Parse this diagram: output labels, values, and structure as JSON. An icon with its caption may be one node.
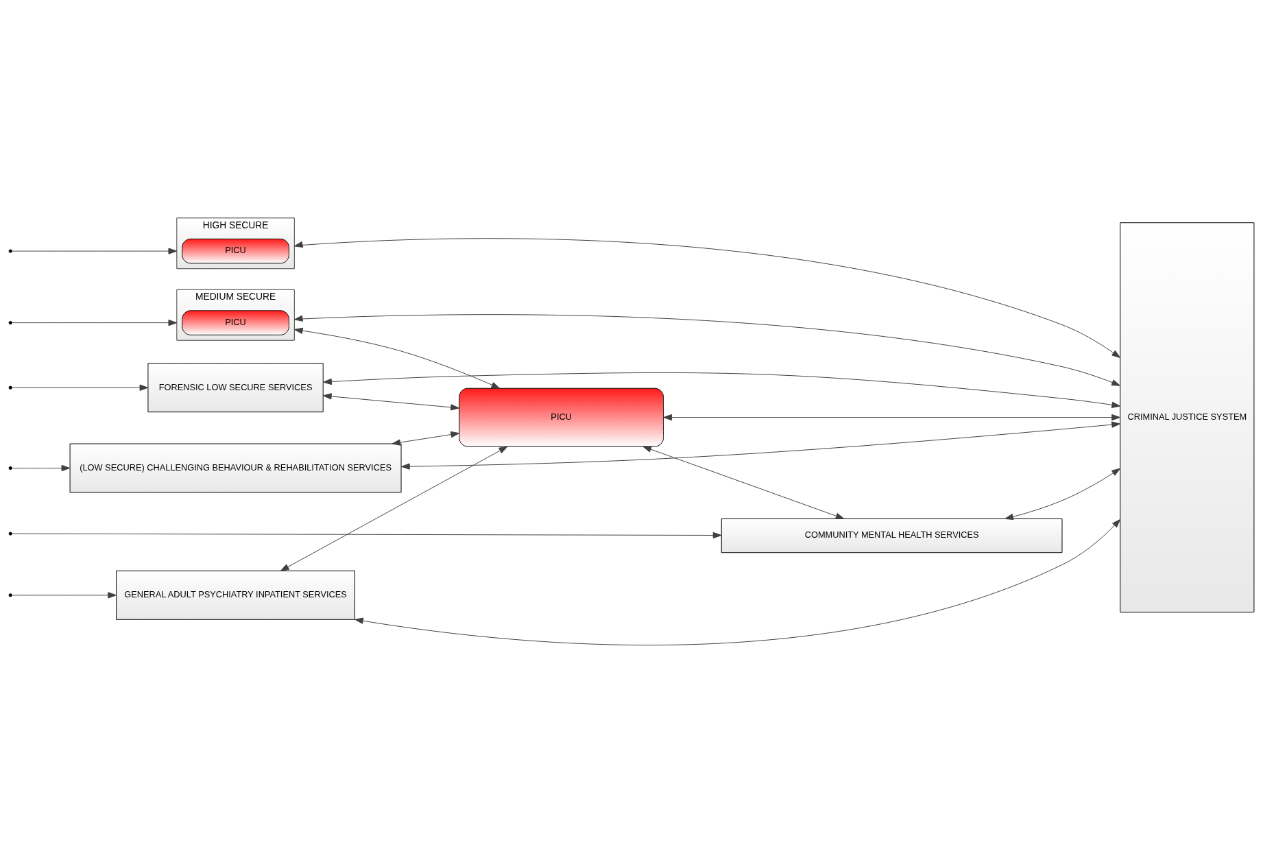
{
  "diagram": {
    "nodes": [
      {
        "text": [
          "HIGH SECURE"
        ]
      },
      {
        "text": [
          "PICU"
        ],
        "in": 0
      },
      {
        "text": [
          "MEDIUM SECURE"
        ]
      },
      {
        "text": [
          "PICU"
        ],
        "in": 2
      },
      {
        "text": [
          "FORENSIC LOW SECURE SERVICES"
        ]
      },
      {
        "text": [
          "(LOW SECURE) CHALLENGING BEHAVIOUR & REHABILITATION SERVICES"
        ]
      },
      {
        "text": [
          "PICU"
        ]
      },
      {
        "text": [
          "GENERAL ADULT PSYCHIATRY INPATIENT SERVICES"
        ]
      },
      {
        "text": [
          "COMMUNITY MENTAL HEALTH SERVICES"
        ]
      },
      {
        "text": [
          "CRIMINAL JUSTICE SYSTEM"
        ]
      }
    ],
    "edges": [
      {
        "from": null,
        "to": 0,
        "arrow": "to"
      },
      {
        "from": null,
        "to": 2,
        "arrow": "to"
      },
      {
        "from": null,
        "to": 4,
        "arrow": "to"
      },
      {
        "from": null,
        "to": 5,
        "arrow": "to"
      },
      {
        "from": null,
        "to": 7,
        "arrow": "to"
      },
      {
        "from": null,
        "to": 8,
        "arrow": "to"
      },
      {
        "from": 0,
        "to": 9,
        "arrow": "both"
      },
      {
        "from": 2,
        "to": 9,
        "arrow": "both"
      },
      {
        "from": 2,
        "to": 6,
        "arrow": "both"
      },
      {
        "from": 4,
        "to": 9,
        "arrow": "both"
      },
      {
        "from": 4,
        "to": 6,
        "arrow": "both"
      },
      {
        "from": 5,
        "to": 9,
        "arrow": "both"
      },
      {
        "from": 5,
        "to": 6,
        "arrow": "both"
      },
      {
        "from": 6,
        "to": 9,
        "arrow": "both"
      },
      {
        "from": 7,
        "to": 6,
        "arrow": "both"
      },
      {
        "from": 7,
        "to": 9,
        "arrow": "both"
      },
      {
        "from": 6,
        "to": 8,
        "arrow": "both"
      },
      {
        "from": 8,
        "to": 9,
        "arrow": "both"
      }
    ]
  }
}
